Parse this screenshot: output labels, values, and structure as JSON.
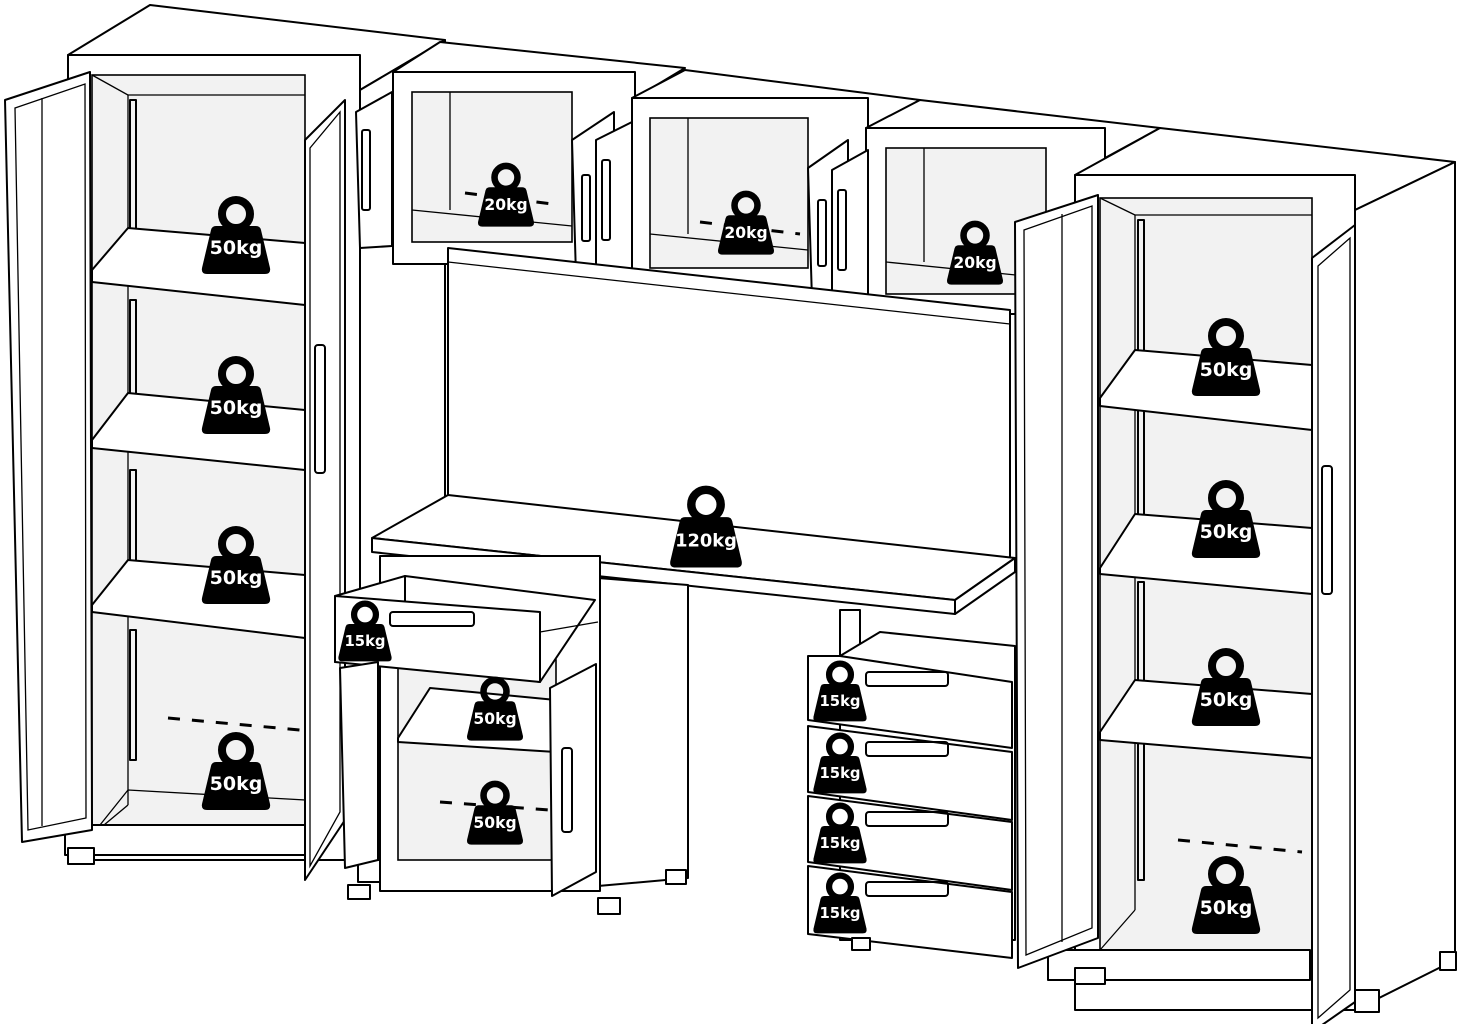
{
  "diagram": {
    "weight_badges": [
      {
        "id": "left-tall-shelf-1",
        "label": "50kg"
      },
      {
        "id": "left-tall-shelf-2",
        "label": "50kg"
      },
      {
        "id": "left-tall-shelf-3",
        "label": "50kg"
      },
      {
        "id": "left-tall-bottom",
        "label": "50kg"
      },
      {
        "id": "wall-cabinet-1",
        "label": "20kg"
      },
      {
        "id": "wall-cabinet-2",
        "label": "20kg"
      },
      {
        "id": "wall-cabinet-3",
        "label": "20kg"
      },
      {
        "id": "worktop",
        "label": "120kg"
      },
      {
        "id": "left-drawer",
        "label": "15kg"
      },
      {
        "id": "left-base-shelf",
        "label": "50kg"
      },
      {
        "id": "left-base-bottom",
        "label": "50kg"
      },
      {
        "id": "right-drawer-1",
        "label": "15kg"
      },
      {
        "id": "right-drawer-2",
        "label": "15kg"
      },
      {
        "id": "right-drawer-3",
        "label": "15kg"
      },
      {
        "id": "right-drawer-4",
        "label": "15kg"
      },
      {
        "id": "right-tall-shelf-1",
        "label": "50kg"
      },
      {
        "id": "right-tall-shelf-2",
        "label": "50kg"
      },
      {
        "id": "right-tall-shelf-3",
        "label": "50kg"
      },
      {
        "id": "right-tall-bottom",
        "label": "50kg"
      }
    ],
    "colors": {
      "line": "#000000",
      "background": "#ffffff",
      "badge": "#000000",
      "badge_text": "#ffffff"
    }
  }
}
